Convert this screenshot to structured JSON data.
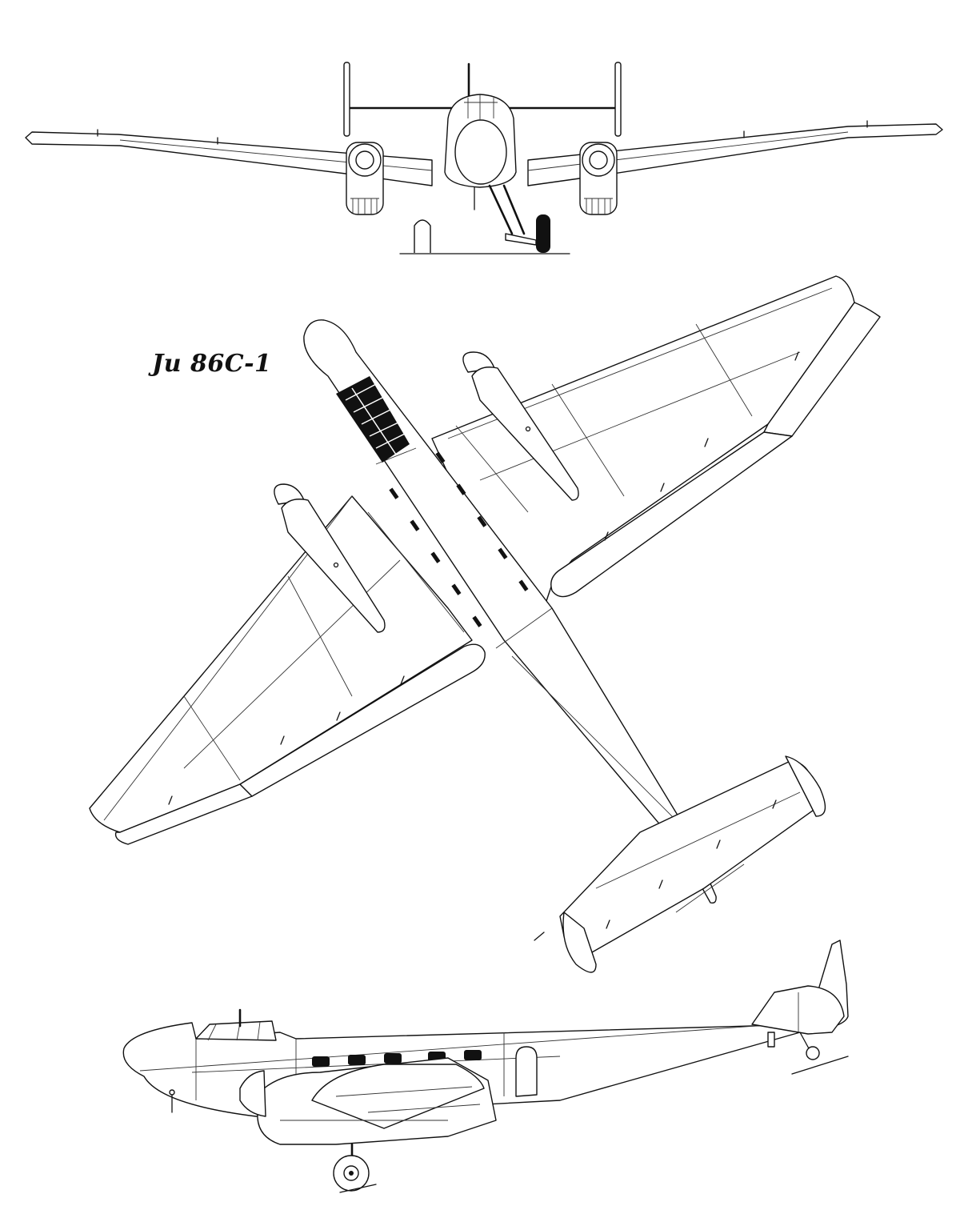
{
  "drawing": {
    "title": "Ju 86C-1",
    "views": [
      "front-view",
      "top-view",
      "side-view"
    ]
  }
}
